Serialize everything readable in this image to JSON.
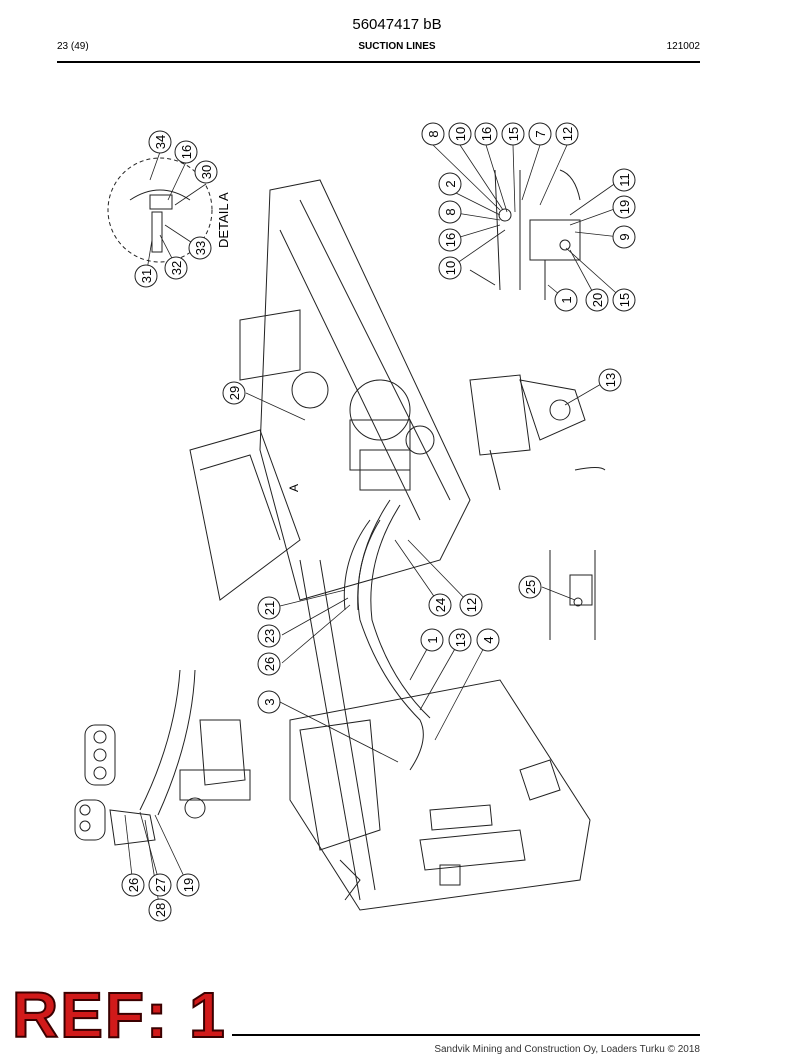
{
  "header": {
    "doc_number": "56047417 bB",
    "page_count": "23 (49)",
    "title": "SUCTION LINES",
    "code": "121002"
  },
  "drawing": {
    "detail_label": "DETAIL  A",
    "section_marker": "A",
    "callouts": [
      "34",
      "16",
      "30",
      "33",
      "32",
      "31",
      "8",
      "10",
      "16",
      "15",
      "7",
      "12",
      "2",
      "8",
      "16",
      "10",
      "11",
      "19",
      "9",
      "1",
      "20",
      "15",
      "13",
      "29",
      "25",
      "24",
      "12",
      "21",
      "23",
      "26",
      "1",
      "13",
      "4",
      "3",
      "26",
      "27",
      "28",
      "19"
    ]
  },
  "stamp": {
    "text": "REF: 1"
  },
  "footer": {
    "text": "Sandvik Mining and Construction Oy, Loaders Turku © 2018"
  }
}
